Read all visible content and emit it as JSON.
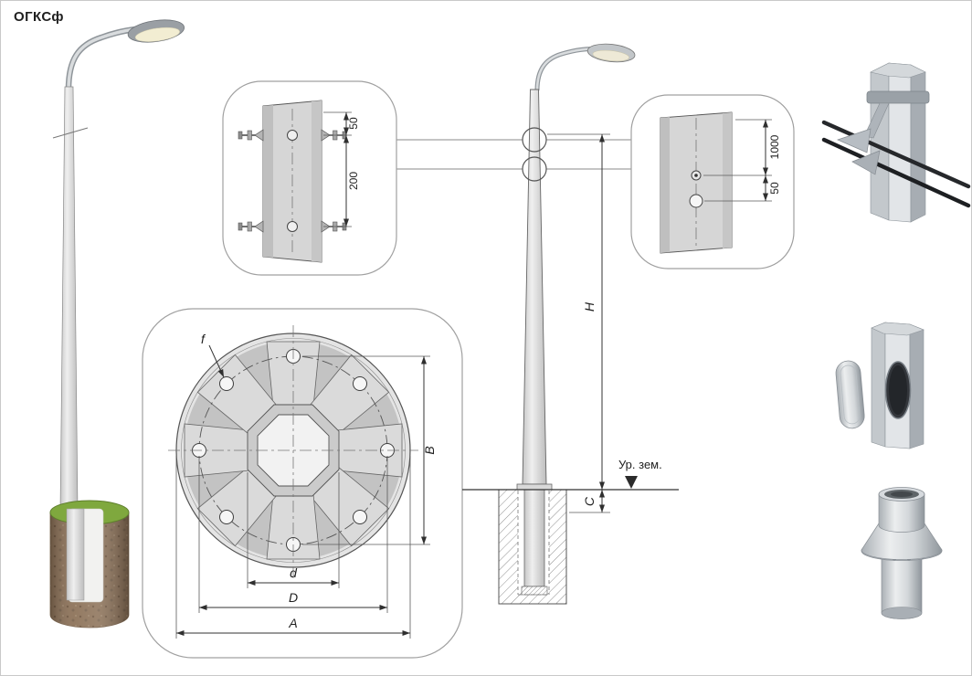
{
  "title": "ОГКСф",
  "detail_clamp": {
    "dim_offset": "50",
    "dim_spacing": "200"
  },
  "detail_hand_hole": {
    "dim_height": "1000",
    "dim_offset": "50"
  },
  "flange": {
    "dim_f": "f",
    "dim_B": "B",
    "dim_d": "d",
    "dim_D": "D",
    "dim_A": "A"
  },
  "elevation": {
    "dim_H": "H",
    "dim_C": "C",
    "ground_level": "Ур. зем."
  },
  "colors": {
    "grass": "#7fa83e",
    "soil": "#8a6f55",
    "metal": "#d3d7da",
    "line": "#2f2f2f"
  }
}
